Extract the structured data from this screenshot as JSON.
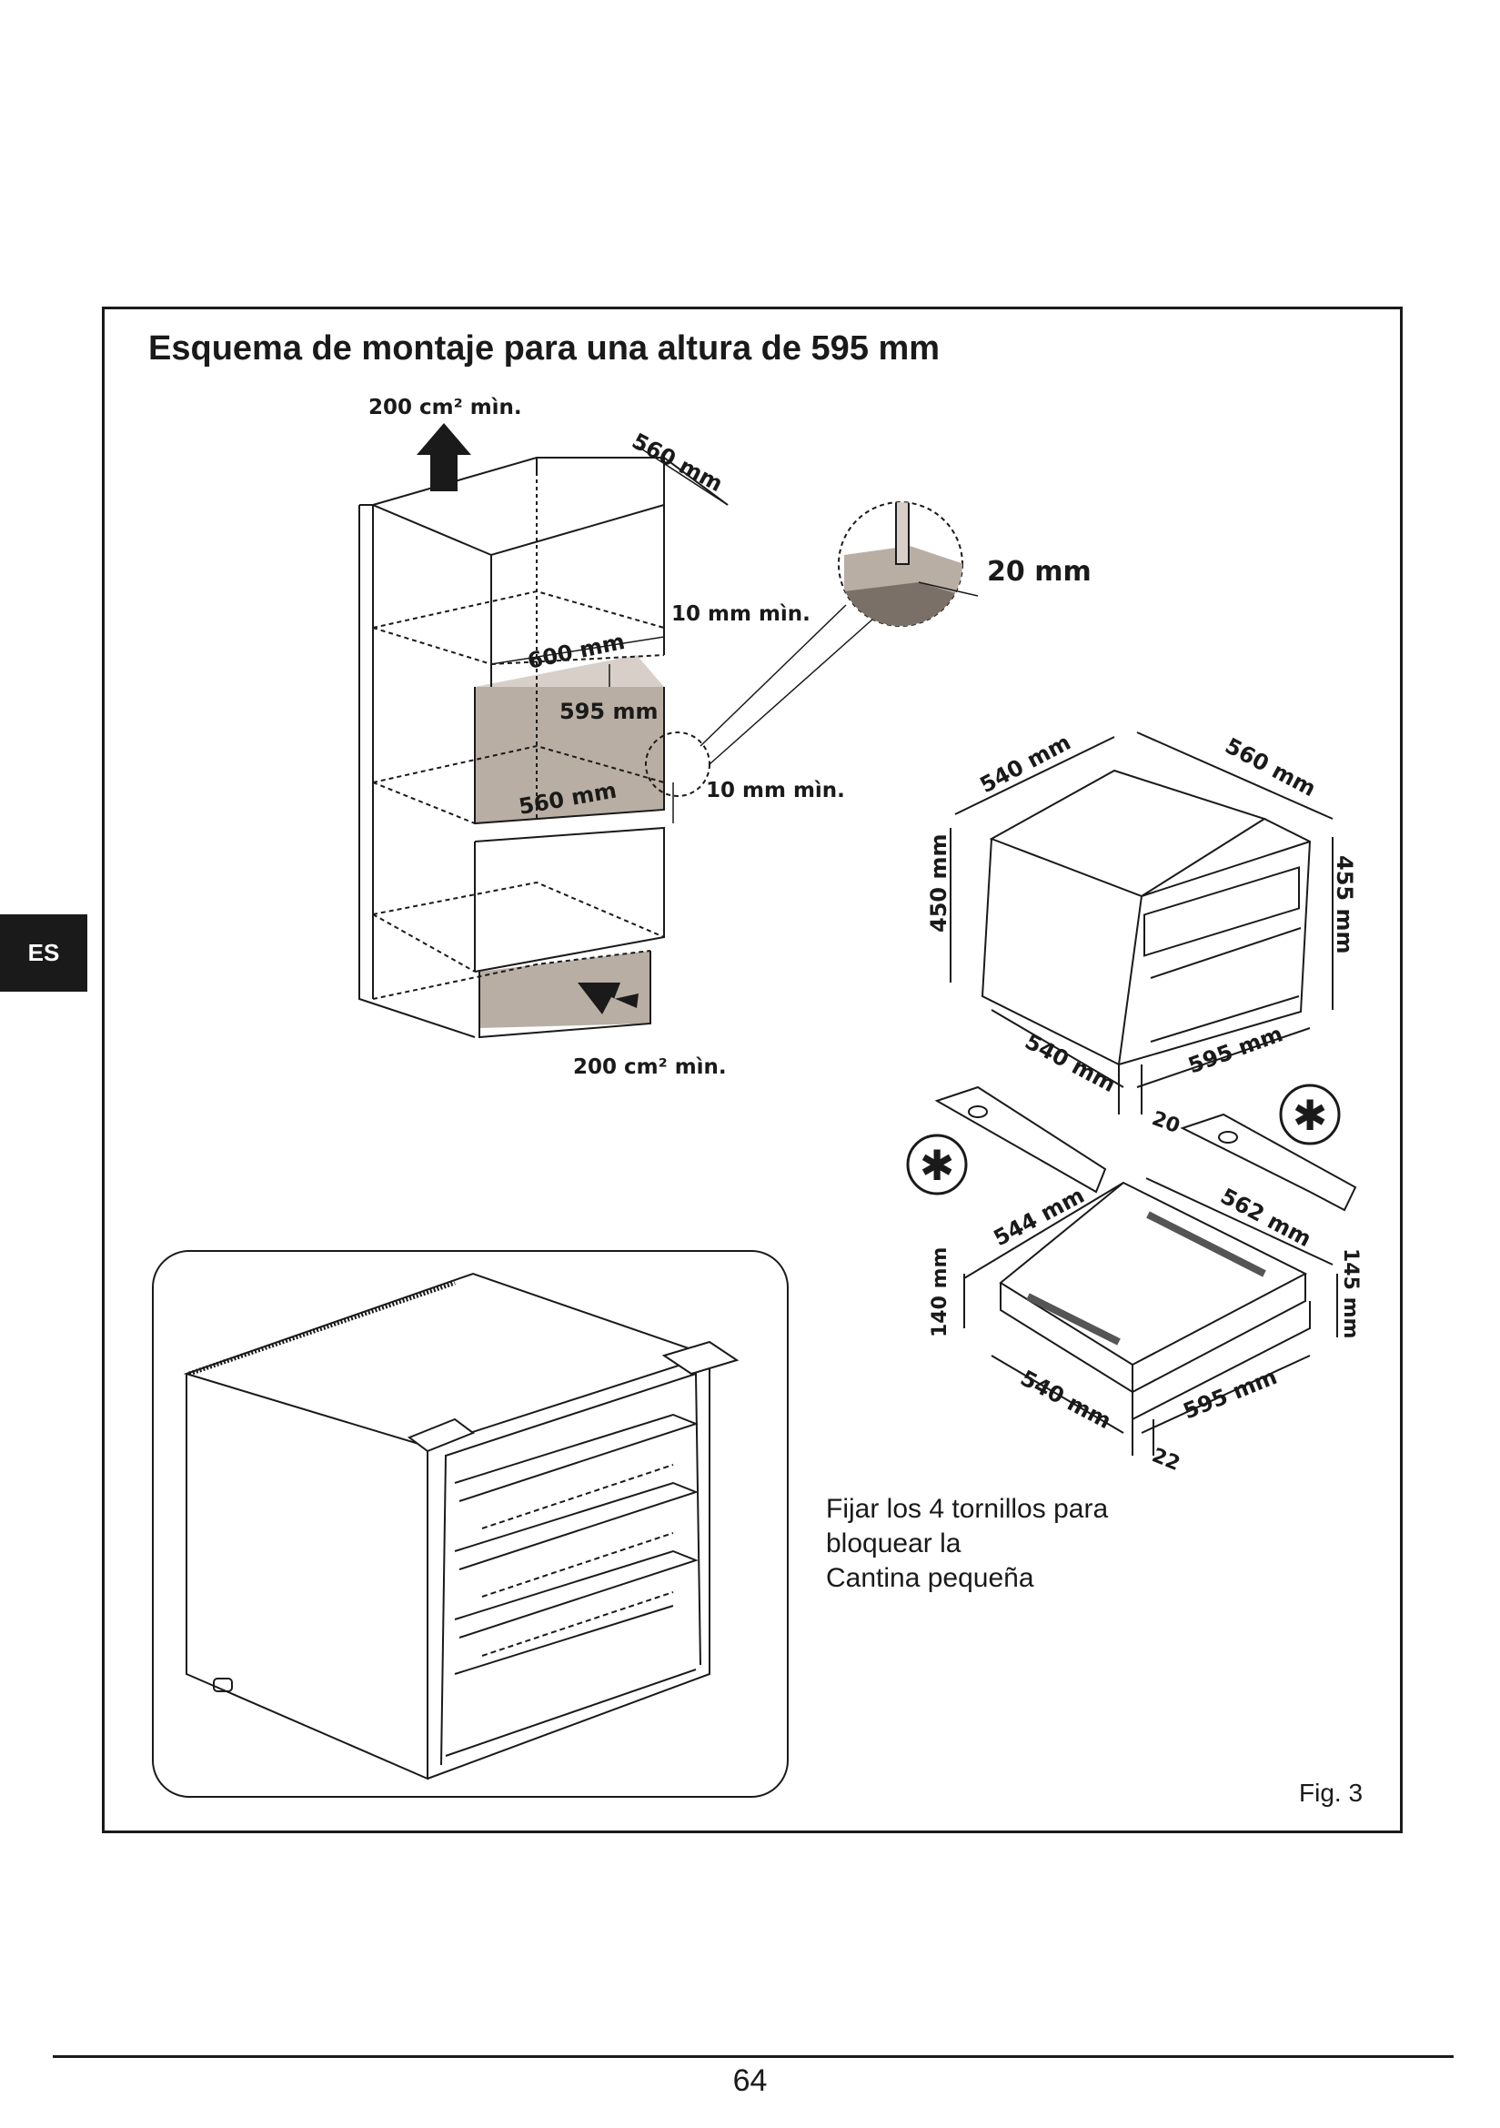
{
  "page": {
    "title": "Esquema de montaje para una altura de 595 mm",
    "language_tab": "ES",
    "figure_label": "Fig. 3",
    "page_number": "64"
  },
  "cabinet_labels": {
    "vent_top": "200 cm² mìn.",
    "depth_top": "560 mm",
    "clearance_top": "10 mm mìn.",
    "detail_gap": "20 mm",
    "width": "600 mm",
    "height": "595 mm",
    "depth_inner": "560 mm",
    "clearance_bottom": "10 mm mìn.",
    "vent_bottom": "200 cm² mìn."
  },
  "appliance_labels": {
    "top_depth": "540 mm",
    "top_side": "560 mm",
    "left_height": "450 mm",
    "right_height": "455 mm",
    "bottom_depth": "540 mm",
    "front_width": "595 mm",
    "frame_thickness": "20"
  },
  "drawer_labels": {
    "asterisk": "✱",
    "top_depth": "544 mm",
    "top_side": "562 mm",
    "left_height": "140 mm",
    "right_height": "145 mm",
    "bottom_depth": "540 mm",
    "front_width": "595 mm",
    "frame_thickness": "22"
  },
  "instruction_note": {
    "line1": "Fijar los 4 tornillos para",
    "line2": "bloquear la",
    "line3": "Cantina pequeña"
  },
  "colors": {
    "ink": "#1a1a1a",
    "cavity_fill": "#b9aea3",
    "cavity_light": "#d8d0c8"
  }
}
